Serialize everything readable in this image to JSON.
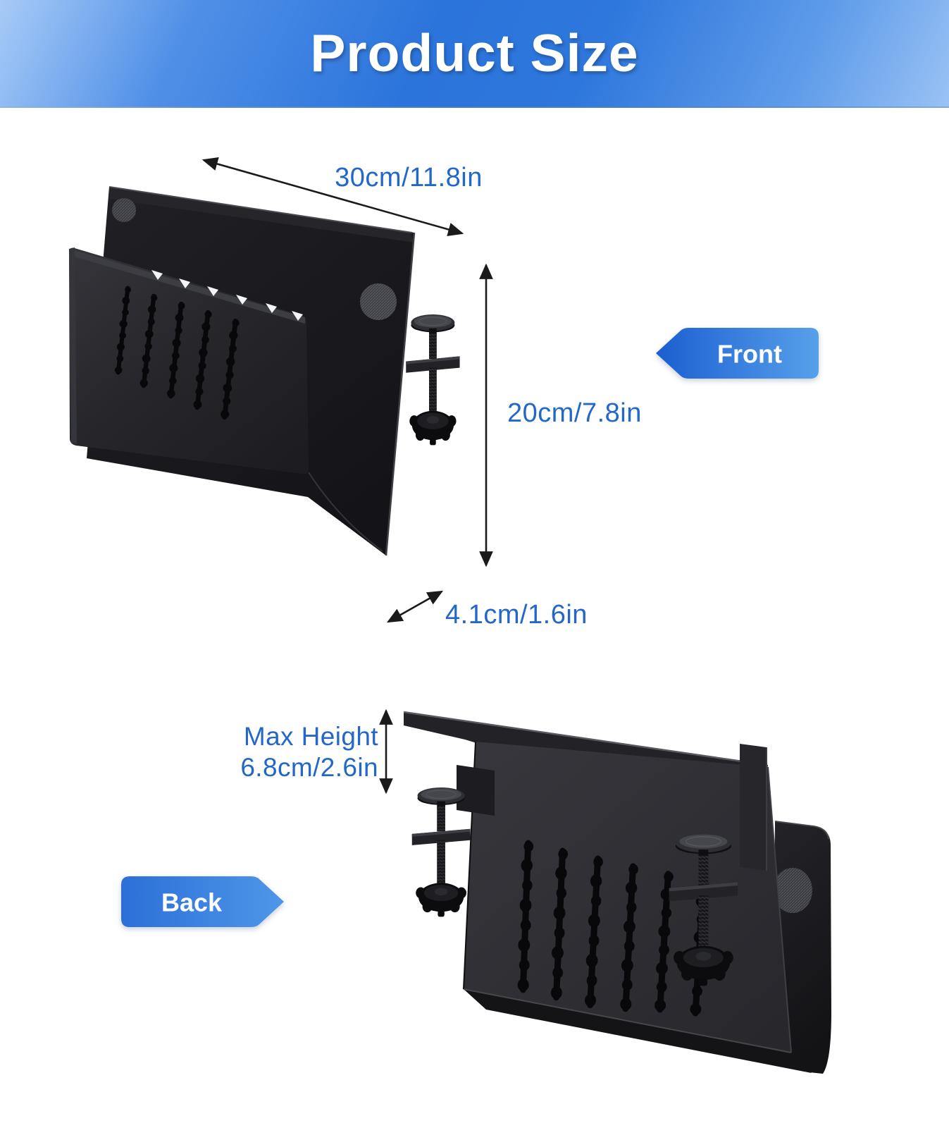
{
  "header": {
    "title": "Product Size"
  },
  "front_view": {
    "tag_label": "Front",
    "dimensions": {
      "width": "30cm/11.8in",
      "height": "20cm/7.8in",
      "depth": "4.1cm/1.6in"
    }
  },
  "back_view": {
    "tag_label": "Back",
    "dimensions": {
      "max_height_label": "Max Height",
      "max_height_value": "6.8cm/2.6in"
    }
  },
  "colors": {
    "header_g1": "#a8cbf7",
    "header_g2": "#2b74db",
    "header_g3": "#9ac2f4",
    "title_text": "#ffffff",
    "dim_text": "#2368c8",
    "arrow": "#1a1a1a",
    "tag_g1": "#1b5ed1",
    "tag_g2": "#57a0ea",
    "tagb_g1": "#2c6fd7",
    "tagb_g2": "#4e97e9",
    "panel_dark": "#1b1b1f",
    "panel_mid": "#303036",
    "slot_color": "#08080a"
  }
}
